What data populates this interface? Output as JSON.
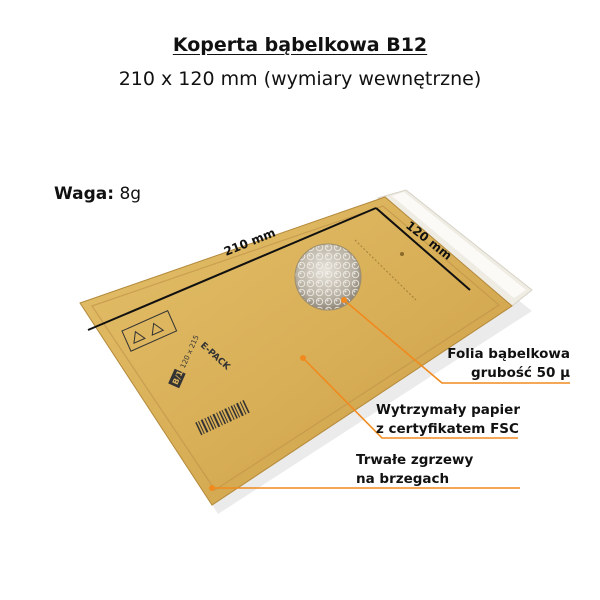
{
  "heading": {
    "title": "Koperta bąbelkowa B12",
    "subtitle": "210 x 120 mm (wymiary wewnętrzne)"
  },
  "weight": {
    "label": "Waga:",
    "value": "8g"
  },
  "dimensions": {
    "length": "210 mm",
    "width": "120 mm"
  },
  "envelope_print": {
    "brand": "E-PACK",
    "size": "B/12",
    "inner_size": "120 x 215"
  },
  "callouts": [
    {
      "line1": "Folia bąbelkowa",
      "line2": "grubość 50 µ"
    },
    {
      "line1": "Wytrzymały papier",
      "line2": "z certyfikatem FSC"
    },
    {
      "line1": "Trwałe zgrzewy",
      "line2": "na brzegach"
    }
  ],
  "colors": {
    "envelope": "#dcb45c",
    "accent": "#f08a1e",
    "text": "#111111"
  }
}
